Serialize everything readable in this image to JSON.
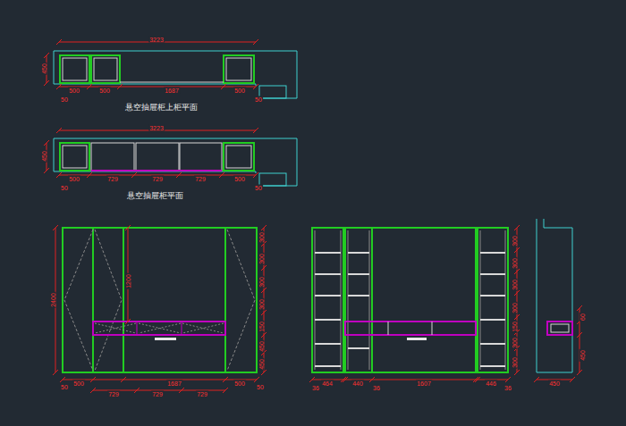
{
  "diagram": {
    "labels": [
      "3223",
      "450",
      "500",
      "500",
      "1687",
      "500",
      "50",
      "50",
      "悬空抽屉柜上柜平面",
      "3223",
      "450",
      "500",
      "729",
      "729",
      "729",
      "500",
      "50",
      "50",
      "悬空抽屉柜平面",
      "2400",
      "1200",
      "300",
      "300",
      "300",
      "300",
      "150",
      "450",
      "450",
      "50",
      "500",
      "1687",
      "500",
      "50",
      "729",
      "729",
      "729",
      "36",
      "464",
      "440",
      "36",
      "1607",
      "446",
      "36",
      "300",
      "300",
      "300",
      "300",
      "150",
      "300",
      "300",
      "450",
      "60",
      "450"
    ]
  }
}
